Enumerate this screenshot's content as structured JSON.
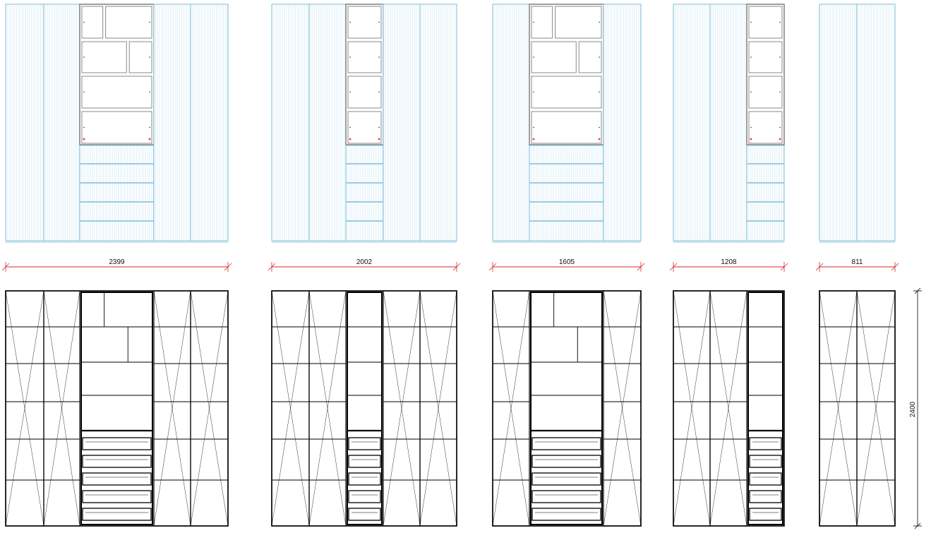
{
  "colors": {
    "front_line": "#8ec6dd",
    "front_fill": "#cfe8f3",
    "carcass_line": "#000000",
    "dimension_line": "#d62a2a",
    "hinge_mark": "#e23a3a"
  },
  "units": [
    {
      "width_label": "2399",
      "layout": [
        "door",
        "door",
        "open",
        "door",
        "door"
      ]
    },
    {
      "width_label": "2002",
      "layout": [
        "door",
        "door",
        "open",
        "door",
        "door"
      ]
    },
    {
      "width_label": "1605",
      "layout": [
        "door",
        "open",
        "door"
      ]
    },
    {
      "width_label": "1208",
      "layout": [
        "door",
        "door",
        "open"
      ]
    },
    {
      "width_label": "811",
      "layout": [
        "door",
        "door"
      ]
    }
  ],
  "height_label": "2400"
}
